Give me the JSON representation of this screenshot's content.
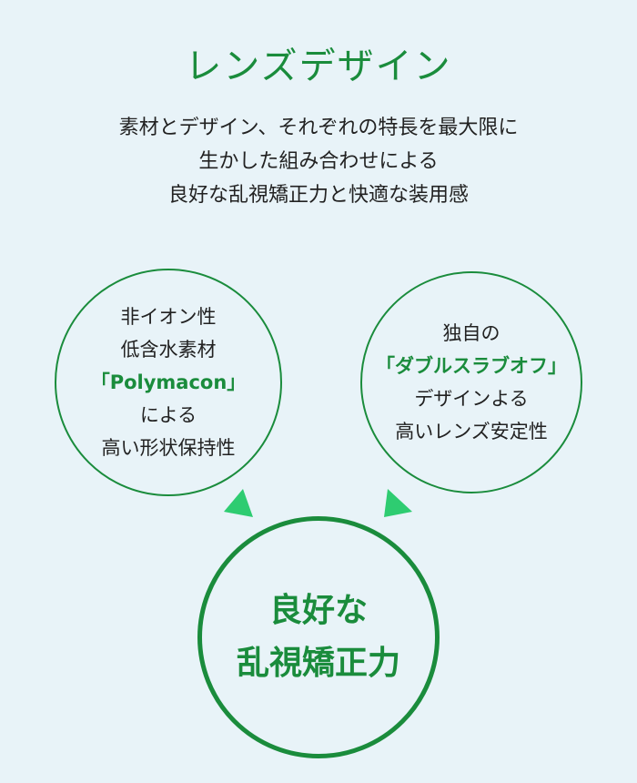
{
  "title": "レンズデザイン",
  "intro": [
    "素材とデザイン、それぞれの特長を最大限に",
    "生かした組み合わせによる",
    "良好な乱視矯正力と快適な装用感"
  ],
  "left_circle": {
    "lines": [
      "非イオン性",
      "低含水素材"
    ],
    "highlight": "「Polymacon」",
    "lines2": [
      "による",
      "高い形状保持性"
    ]
  },
  "right_circle": {
    "lines": [
      "独自の"
    ],
    "highlight": "「ダブルスラブオフ」",
    "lines2": [
      "デザインよる",
      "高いレンズ安定性"
    ]
  },
  "result_circle": {
    "lines": [
      "良好な",
      "乱視矯正力"
    ]
  },
  "colors": {
    "accent": "#1a8c3c",
    "arrow": "#2ecc71",
    "background": "#e8f3f8"
  }
}
